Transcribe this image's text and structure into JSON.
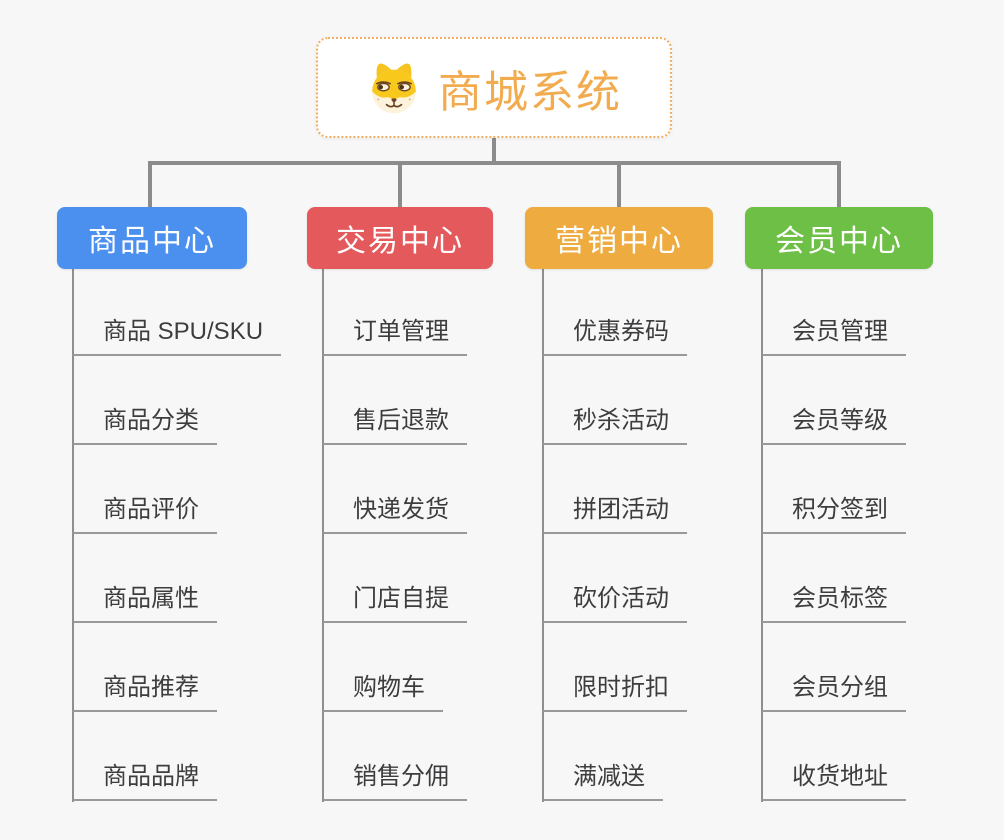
{
  "root": {
    "label": "商城系统",
    "label_color": "#f2ac4f",
    "border_color": "#f0ad62",
    "icon": "dog-face-icon"
  },
  "branches": [
    {
      "label": "商品中心",
      "color": "#4b90ee",
      "items": [
        "商品 SPU/SKU",
        "商品分类",
        "商品评价",
        "商品属性",
        "商品推荐",
        "商品品牌"
      ]
    },
    {
      "label": "交易中心",
      "color": "#e45a5c",
      "items": [
        "订单管理",
        "售后退款",
        "快递发货",
        "门店自提",
        "购物车",
        "销售分佣"
      ]
    },
    {
      "label": "营销中心",
      "color": "#eeac40",
      "items": [
        "优惠券码",
        "秒杀活动",
        "拼团活动",
        "砍价活动",
        "限时折扣",
        "满减送"
      ]
    },
    {
      "label": "会员中心",
      "color": "#6dbf45",
      "items": [
        "会员管理",
        "会员等级",
        "积分签到",
        "会员标签",
        "会员分组",
        "收货地址"
      ]
    }
  ],
  "colors": {
    "background": "#f7f7f7",
    "connector": "#8c8c8c",
    "underline": "#999999",
    "item_text": "#3d3d3f"
  }
}
